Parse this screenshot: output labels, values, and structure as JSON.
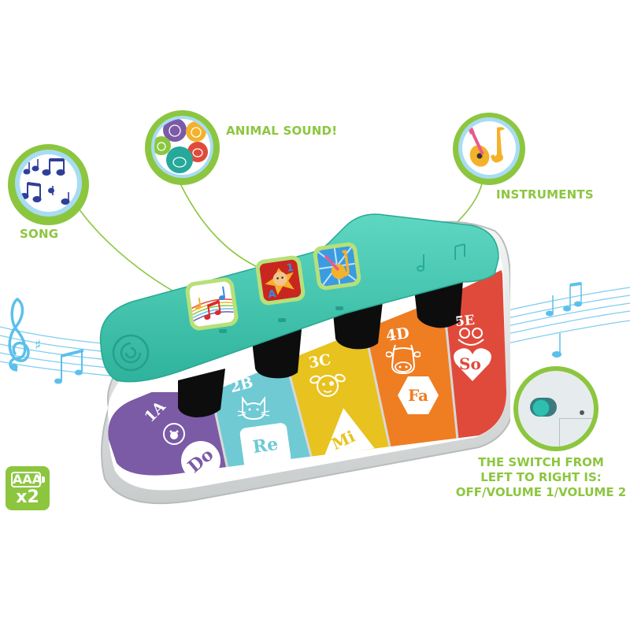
{
  "callouts": {
    "song": {
      "label": "SONG",
      "icon": "music-notes-icon"
    },
    "animal_sound": {
      "label": "ANIMAL SOUND!",
      "icon": "animal-faces-icon"
    },
    "instruments": {
      "label": "INSTRUMENTS",
      "icon": "guitar-saxophone-icon"
    }
  },
  "buttons": [
    {
      "name": "song-button",
      "icon": "music-notes-icon"
    },
    {
      "name": "animal-sound-button",
      "icon": "lion-a1-icon",
      "text_a": "A",
      "text_1": "1"
    },
    {
      "name": "instruments-button",
      "icon": "guitar-saxophone-icon"
    }
  ],
  "keys": [
    {
      "number_letter": "1A",
      "solfege": "Do",
      "animal": "bear",
      "shape": "circle",
      "color": "#7b5aa6"
    },
    {
      "number_letter": "2B",
      "solfege": "Re",
      "animal": "cat",
      "shape": "rounded-square",
      "color": "#6fcad4"
    },
    {
      "number_letter": "3C",
      "solfege": "Mi",
      "animal": "dog",
      "shape": "triangle",
      "color": "#e8c21e"
    },
    {
      "number_letter": "4D",
      "solfege": "Fa",
      "animal": "cow",
      "shape": "hexagon",
      "color": "#ef7d22"
    },
    {
      "number_letter": "5E",
      "solfege": "So",
      "animal": "frog",
      "shape": "heart",
      "color": "#e04a3b"
    }
  ],
  "battery": {
    "type": "AAA",
    "count": "x2"
  },
  "switch_caption": {
    "line1": "THE SWITCH FROM",
    "line2": "LEFT TO RIGHT IS:",
    "line3": "OFF/VOLUME 1/VOLUME 2"
  },
  "colors": {
    "accent_green": "#8cc63f",
    "bubble_blue": "#a8dcf3",
    "toy_teal": "#3fc3ac",
    "music_blue": "#5bc0eb"
  }
}
